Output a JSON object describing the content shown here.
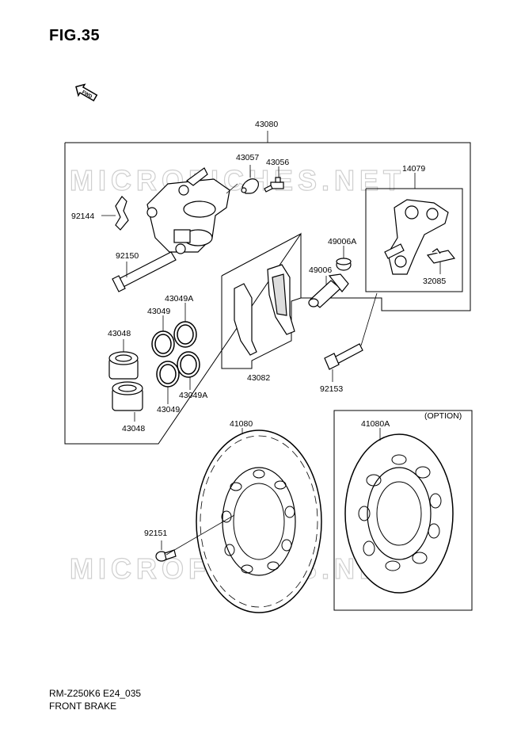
{
  "figure": {
    "title": "FIG.35"
  },
  "direction_marker": {
    "text": "FWD",
    "icon": "forward-arrow-icon"
  },
  "watermark": {
    "text": "MICROFICHES.NET"
  },
  "parts": {
    "p43080": "43080",
    "p43057": "43057",
    "p43056": "43056",
    "p14079": "14079",
    "p92144": "92144",
    "p92150": "92150",
    "p49006A": "49006A",
    "p49006": "49006",
    "p32085": "32085",
    "p43049A_top": "43049A",
    "p43049_top": "43049",
    "p43048_top": "43048",
    "p43049A_bot": "43049A",
    "p43049_bot": "43049",
    "p43048_bot": "43048",
    "p43082": "43082",
    "p92153": "92153",
    "p41080": "41080",
    "p41080A": "41080A",
    "p92151": "92151"
  },
  "option_label": "(OPTION)",
  "footer": {
    "model_code": "RM-Z250K6 E24_035",
    "section_name": "FRONT BRAKE"
  }
}
